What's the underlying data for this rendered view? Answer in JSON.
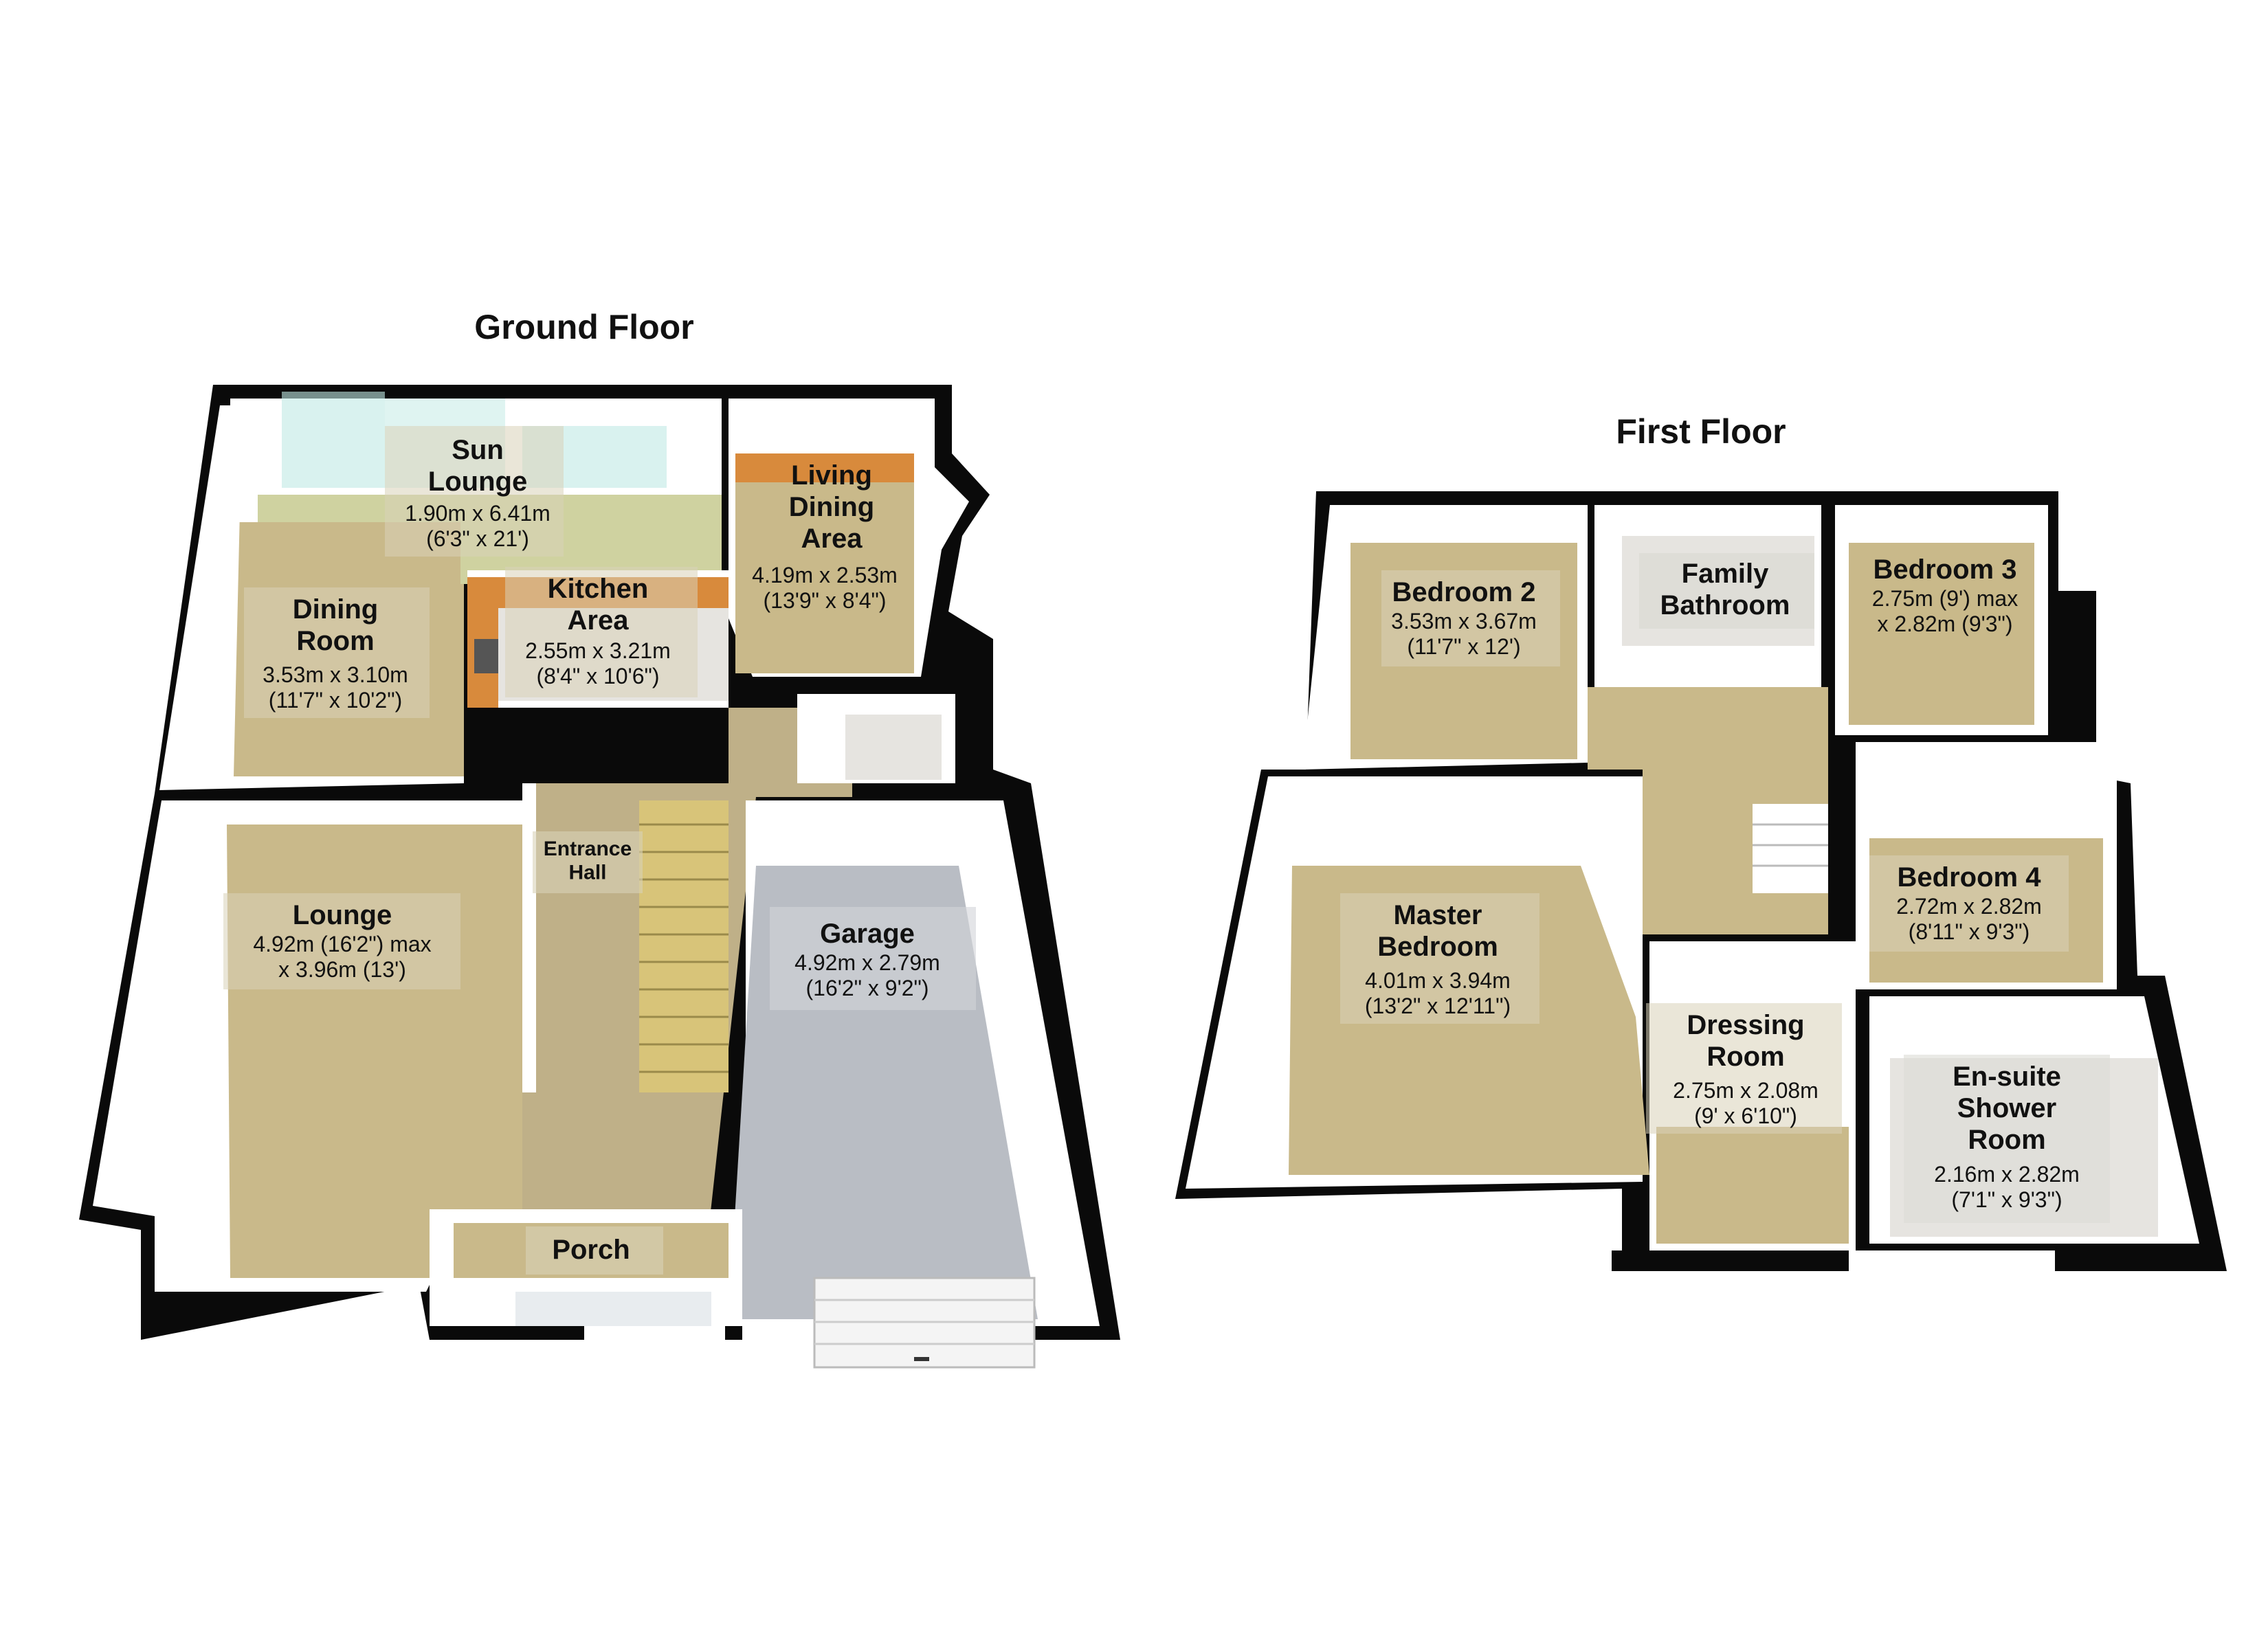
{
  "colors": {
    "wall": "#0a0a0a",
    "wall_inner": "#ffffff",
    "floor_carpet": "#c9b98a",
    "floor_hall": "#bfb088",
    "floor_garage": "#b9bdc4",
    "floor_tile": "#e6e4e0",
    "kitchen_counter": "#d88a3c",
    "sun_lounge_floor": "#cfd2a0",
    "window_glass": "#bfe9e4",
    "stairs": "#d8c479"
  },
  "ground_floor": {
    "title": "Ground Floor",
    "rooms": {
      "sun_lounge": {
        "name": "Sun\nLounge",
        "dims": "1.90m x 6.41m\n(6'3\" x 21')"
      },
      "living_dining": {
        "name": "Living\nDining\nArea",
        "dims": "4.19m x 2.53m\n(13'9\" x 8'4\")"
      },
      "kitchen": {
        "name": "Kitchen\nArea",
        "dims": "2.55m x 3.21m\n(8'4\" x 10'6\")"
      },
      "dining_room": {
        "name": "Dining\nRoom",
        "dims": "3.53m x 3.10m\n(11'7\" x 10'2\")"
      },
      "lounge": {
        "name": "Lounge",
        "dims": "4.92m (16'2\") max\nx 3.96m (13')"
      },
      "entrance_hall": {
        "name": "Entrance\nHall",
        "dims": ""
      },
      "garage": {
        "name": "Garage",
        "dims": "4.92m x 2.79m\n(16'2\" x 9'2\")"
      },
      "porch": {
        "name": "Porch",
        "dims": ""
      }
    }
  },
  "first_floor": {
    "title": "First Floor",
    "rooms": {
      "bedroom2": {
        "name": "Bedroom 2",
        "dims": "3.53m x 3.67m\n(11'7\" x 12')"
      },
      "family_bathroom": {
        "name": "Family\nBathroom",
        "dims": ""
      },
      "bedroom3": {
        "name": "Bedroom 3",
        "dims": "2.75m (9') max\nx 2.82m (9'3\")"
      },
      "master_bedroom": {
        "name": "Master\nBedroom",
        "dims": "4.01m x 3.94m\n(13'2\" x 12'11\")"
      },
      "bedroom4": {
        "name": "Bedroom 4",
        "dims": "2.72m x 2.82m\n(8'11\" x 9'3\")"
      },
      "dressing_room": {
        "name": "Dressing\nRoom",
        "dims": "2.75m x 2.08m\n(9' x 6'10\")"
      },
      "ensuite": {
        "name": "En-suite\nShower\nRoom",
        "dims": "2.16m x 2.82m\n(7'1\" x 9'3\")"
      }
    }
  }
}
